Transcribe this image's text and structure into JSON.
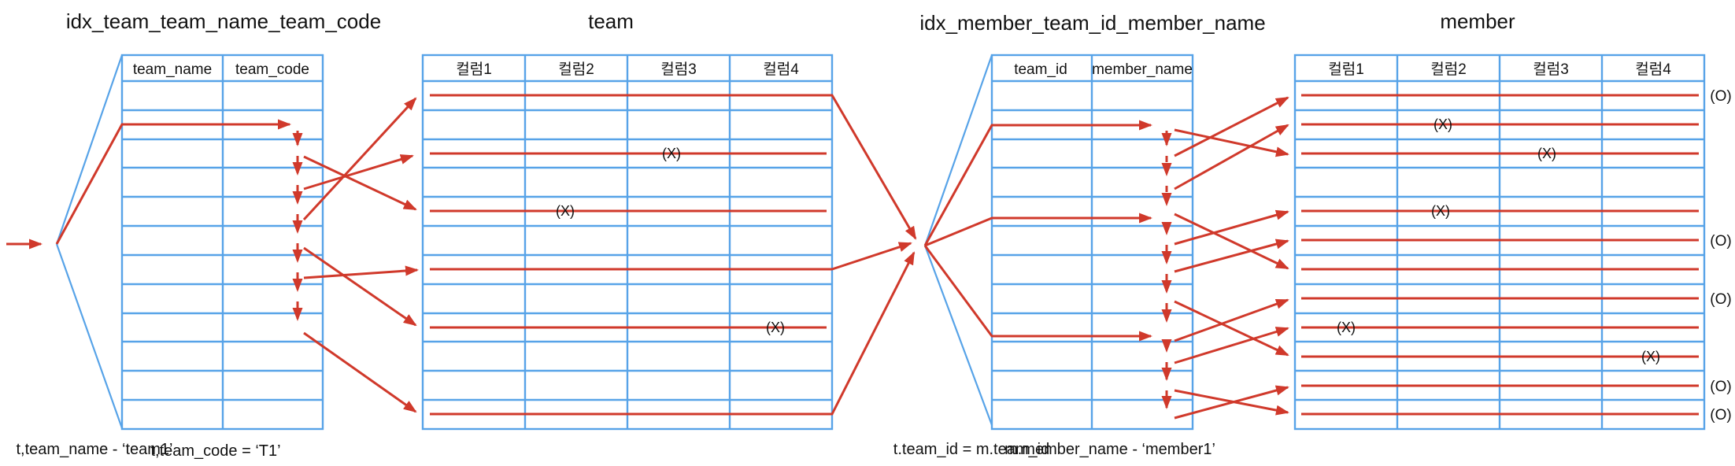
{
  "colors": {
    "table_border": "#57a3e8",
    "flow_arrow": "#d0392b",
    "text": "#111111",
    "background": "#ffffff"
  },
  "marks": {
    "pass": "(O)",
    "fail": "(X)"
  },
  "tables": {
    "idx_team": {
      "title": "idx_team_team_name_team_code",
      "columns": [
        "team_name",
        "team_code"
      ],
      "data_rows": 12
    },
    "team": {
      "title": "team",
      "columns": [
        "컬럼1",
        "컬럼2",
        "컬럼3",
        "컬럼4"
      ],
      "data_rows": 12,
      "highlighted_rows": [
        1,
        3,
        5,
        7,
        9,
        12
      ],
      "rejected_marks": [
        {
          "row": 3,
          "column": "컬럼3"
        },
        {
          "row": 5,
          "column": "컬럼2"
        },
        {
          "row": 9,
          "column": "컬럼4"
        }
      ],
      "passed_rows": [
        1,
        7,
        12
      ]
    },
    "idx_member": {
      "title": "idx_member_team_id_member_name",
      "columns": [
        "team_id",
        "member_name"
      ],
      "data_rows": 12
    },
    "member": {
      "title": "member",
      "columns": [
        "컬럼1",
        "컬럼2",
        "컬럼3",
        "컬럼4"
      ],
      "data_rows": 12,
      "highlighted_rows": [
        1,
        2,
        3,
        5,
        6,
        7,
        8,
        9,
        10,
        11,
        12
      ],
      "rejected_marks": [
        {
          "row": 2,
          "column": "컬럼2"
        },
        {
          "row": 3,
          "column": "컬럼3"
        },
        {
          "row": 5,
          "column": "컬럼2"
        },
        {
          "row": 9,
          "column": "컬럼1"
        },
        {
          "row": 10,
          "column": "컬럼4"
        }
      ],
      "passed_rows": [
        1,
        6,
        8,
        11,
        12
      ]
    }
  },
  "captions": {
    "team_name_filter": "t,team_name - ‘team1’",
    "team_code_filter": "t,team_code = ‘T1’",
    "join_condition": "t.team_id = m.team_id",
    "member_name_filter": "m.member_name - ‘member1’"
  }
}
